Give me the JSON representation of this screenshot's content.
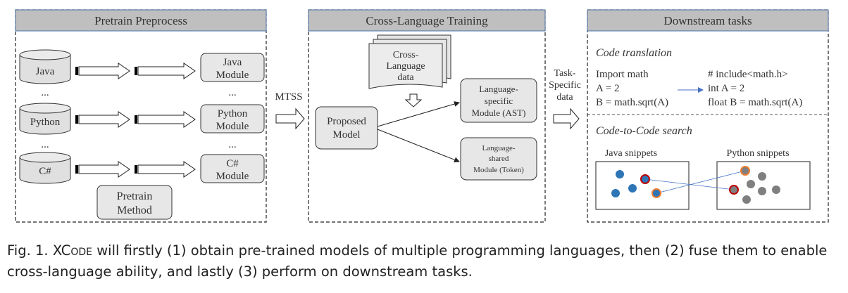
{
  "panels": {
    "pretrain": {
      "title": "Pretrain Preprocess",
      "sources": [
        "Java",
        "Python",
        "C#"
      ],
      "modules": [
        [
          "Java",
          "Module"
        ],
        [
          "Python",
          "Module"
        ],
        [
          "C#",
          "Module"
        ]
      ],
      "ellipsis": "...",
      "method": [
        "Pretrain",
        "Method"
      ]
    },
    "mtss_label": "MTSS",
    "training": {
      "title": "Cross-Language Training",
      "data_doc": [
        "Cross-",
        "Language",
        "data"
      ],
      "model": [
        "Proposed",
        "Model"
      ],
      "specific_module": [
        "Language-",
        "specific",
        "Module (AST)"
      ],
      "shared_module": [
        "Language-",
        "shared",
        "Module (Token)"
      ]
    },
    "task_label": [
      "Task-",
      "Specific",
      "data"
    ],
    "downstream": {
      "title": "Downstream tasks",
      "translation_heading": "Code translation",
      "python_code": [
        "Import math",
        "A = 2",
        "B = math.sqrt(A)"
      ],
      "c_code": [
        "# include<math.h>",
        "int A = 2",
        "float B = math.sqrt(A)"
      ],
      "search_heading": "Code-to-Code search",
      "java_snippets": "Java snippets",
      "python_snippets": "Python snippets"
    }
  },
  "caption": {
    "prefix": "Fig. 1.",
    "name": "XCode",
    "text": "will firstly (1) obtain pre-trained models of multiple programming languages, then (2) fuse them to enable cross-language ability, and lastly (3) perform on downstream tasks."
  },
  "colors": {
    "header_fill": "#bfbfbf",
    "box_fill": "#e7e7e7",
    "blue_dot": "#2e75b6",
    "gray_dot": "#7f7f7f",
    "orange_ring": "#ed7d31",
    "red_ring": "#c00000",
    "link_line": "#4472c4"
  }
}
